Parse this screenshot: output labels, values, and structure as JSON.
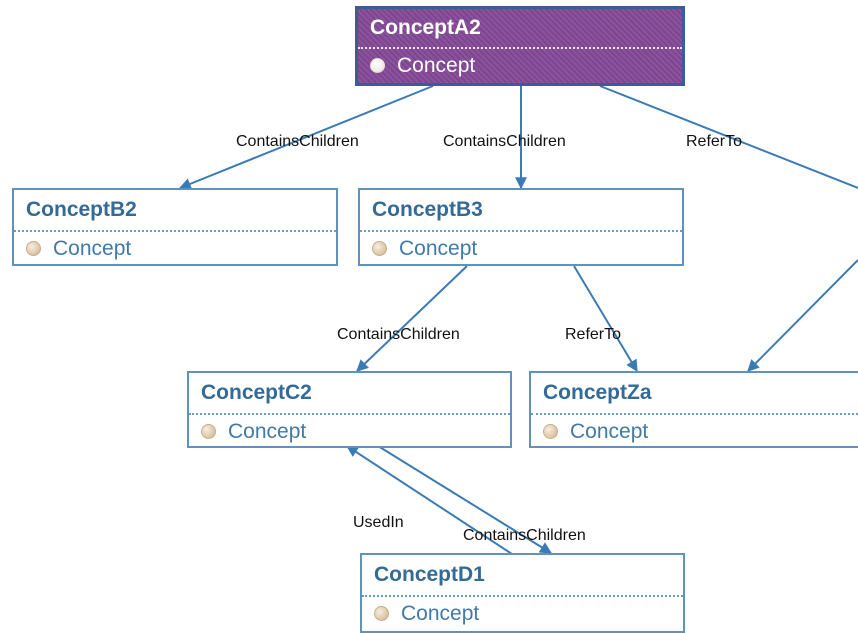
{
  "nodes": {
    "a2": {
      "name": "ConceptA2",
      "type": "Concept",
      "selected": true
    },
    "b2": {
      "name": "ConceptB2",
      "type": "Concept"
    },
    "b3": {
      "name": "ConceptB3",
      "type": "Concept"
    },
    "c2": {
      "name": "ConceptC2",
      "type": "Concept"
    },
    "za": {
      "name": "ConceptZa",
      "type": "Concept"
    },
    "d1": {
      "name": "ConceptD1",
      "type": "Concept"
    }
  },
  "edges": [
    {
      "from": "ConceptA2",
      "to": "ConceptB2",
      "label": "ContainsChildren"
    },
    {
      "from": "ConceptA2",
      "to": "ConceptB3",
      "label": "ContainsChildren"
    },
    {
      "from": "ConceptA2",
      "to": "ConceptZa",
      "label": "ReferTo"
    },
    {
      "from": "ConceptB3",
      "to": "ConceptC2",
      "label": "ContainsChildren"
    },
    {
      "from": "ConceptB3",
      "to": "ConceptZa",
      "label": "ReferTo"
    },
    {
      "from": "ConceptD1",
      "to": "ConceptC2",
      "label": "UsedIn"
    },
    {
      "from": "ConceptC2",
      "to": "ConceptD1",
      "label": "ContainsChildren"
    }
  ],
  "colors": {
    "edge": "#3b7bb5",
    "node_border": "#5f93bd",
    "node_name": "#336a97",
    "selected_fill": "#7e4590",
    "selected_border": "#3c5c96"
  },
  "icons": {
    "type_icon": "concept-bullet-icon"
  }
}
